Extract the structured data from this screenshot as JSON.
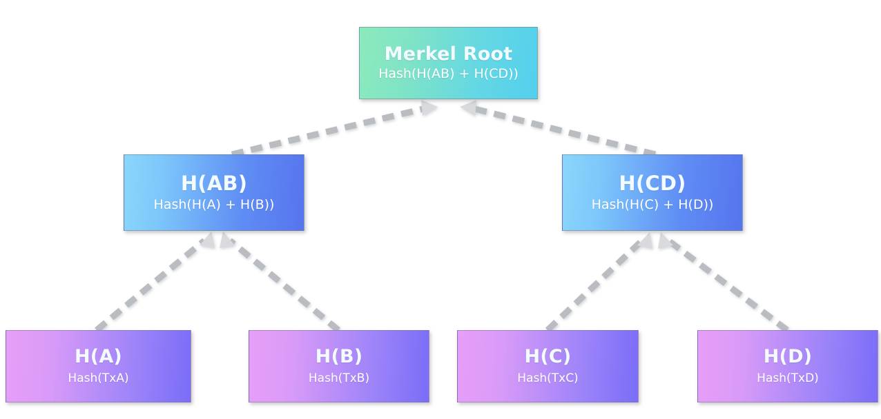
{
  "diagram": {
    "type": "merkle-tree",
    "background_color": "#ffffff",
    "edge_color": "#b9bdc2",
    "edge_style": "dashed-with-arrowhead"
  },
  "nodes": {
    "root": {
      "title": "Merkel Root",
      "subtitle": "Hash(H(AB) + H(CD))",
      "gradient_from": "#8ceabb",
      "gradient_to": "#53cfee"
    },
    "hab": {
      "title": "H(AB)",
      "subtitle": "Hash(H(A) + H(B))",
      "gradient_from": "#8bd6fb",
      "gradient_to": "#5674ee"
    },
    "hcd": {
      "title": "H(CD)",
      "subtitle": "Hash(H(C) + H(D))",
      "gradient_from": "#8bd6fb",
      "gradient_to": "#5674ee"
    },
    "ha": {
      "title": "H(A)",
      "subtitle": "Hash(TxA)",
      "gradient_from": "#e79ef8",
      "gradient_to": "#7a6df8"
    },
    "hb": {
      "title": "H(B)",
      "subtitle": "Hash(TxB)",
      "gradient_from": "#e79ef8",
      "gradient_to": "#7a6df8"
    },
    "hc": {
      "title": "H(C)",
      "subtitle": "Hash(TxC)",
      "gradient_from": "#e79ef8",
      "gradient_to": "#7a6df8"
    },
    "hd": {
      "title": "H(D)",
      "subtitle": "Hash(TxD)",
      "gradient_from": "#e79ef8",
      "gradient_to": "#7a6df8"
    }
  },
  "edges": [
    {
      "id": "hab-to-root",
      "from": "hab",
      "to": "root"
    },
    {
      "id": "hcd-to-root",
      "from": "hcd",
      "to": "root"
    },
    {
      "id": "ha-to-hab",
      "from": "ha",
      "to": "hab"
    },
    {
      "id": "hb-to-hab",
      "from": "hb",
      "to": "hab"
    },
    {
      "id": "hc-to-hcd",
      "from": "hc",
      "to": "hcd"
    },
    {
      "id": "hd-to-hcd",
      "from": "hd",
      "to": "hcd"
    }
  ]
}
